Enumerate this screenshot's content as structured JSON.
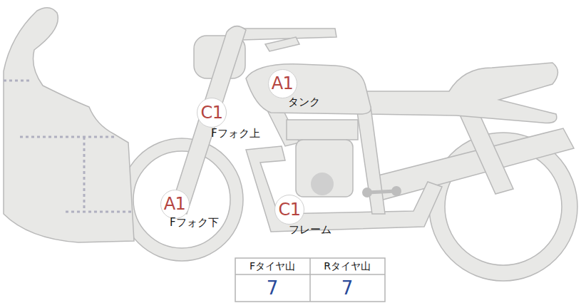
{
  "diagram": {
    "nodes": [
      {
        "text": [
          "A1"
        ]
      },
      {
        "text": [
          "C1"
        ]
      },
      {
        "text": [
          "A1"
        ]
      },
      {
        "text": [
          "C1"
        ]
      }
    ],
    "labels": [
      "タンク",
      "Fフォク上",
      "Fフォク下",
      "フレーム",
      "Fタイヤ山",
      "Rタイヤ山",
      "7",
      "7"
    ]
  }
}
